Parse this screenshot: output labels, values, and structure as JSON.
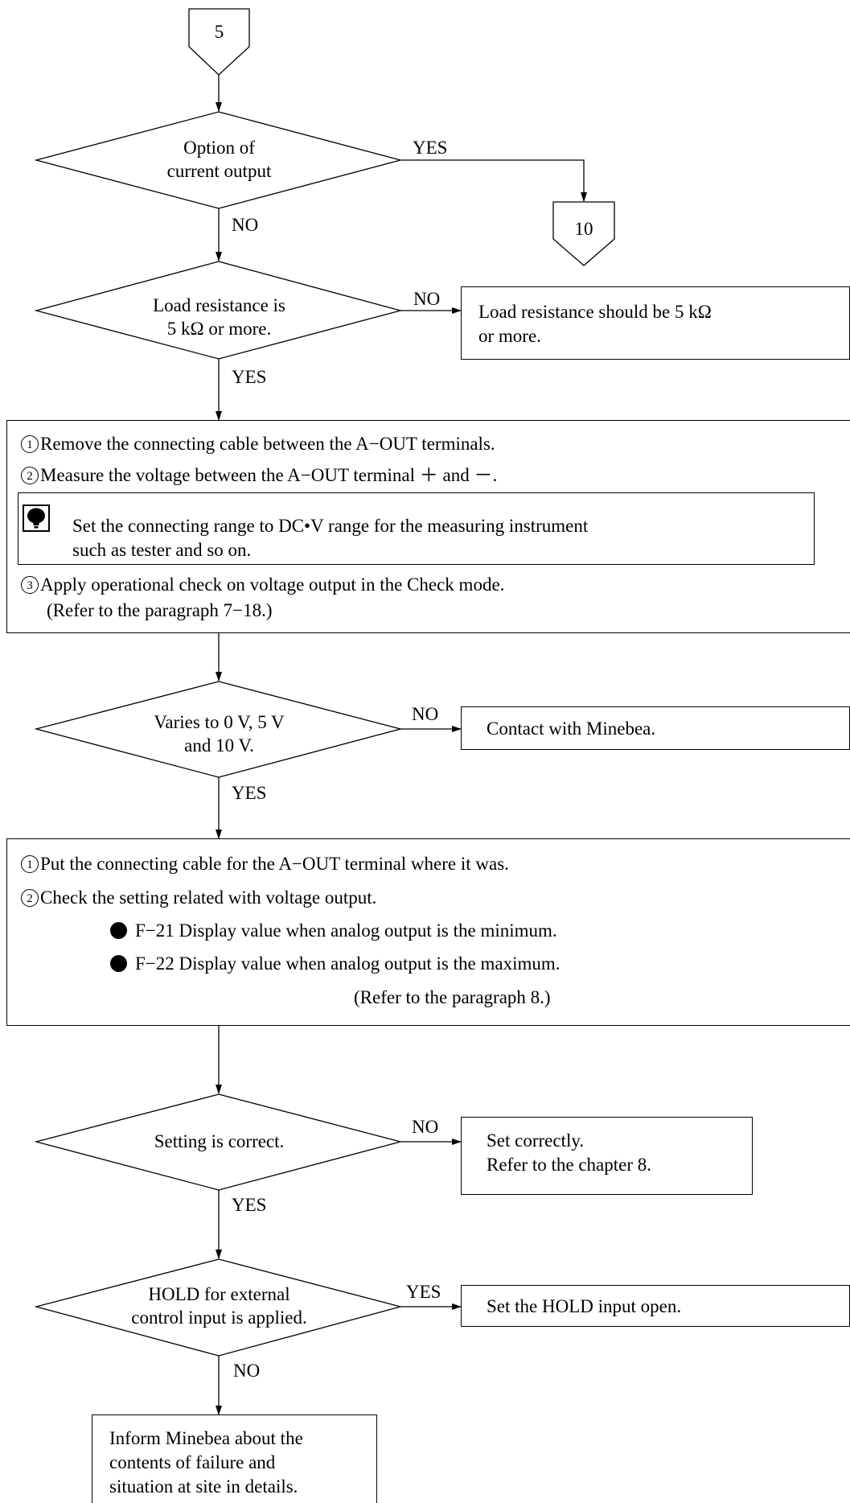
{
  "connectors": {
    "start": "5",
    "goto": "10"
  },
  "decisions": {
    "d1": [
      "Option of",
      "current output"
    ],
    "d2": [
      "Load resistance is",
      "5 kΩ or more."
    ],
    "d3": [
      "Varies to 0 V, 5 V",
      "and 10 V."
    ],
    "d4": "Setting is correct.",
    "d5": [
      "HOLD for external",
      "control input is applied."
    ]
  },
  "branch_labels": {
    "d1_yes": "YES",
    "d1_no": "NO",
    "d2_no": "NO",
    "d2_yes": "YES",
    "d3_no": "NO",
    "d3_yes": "YES",
    "d4_no": "NO",
    "d4_yes": "YES",
    "d5_yes": "YES",
    "d5_no": "NO"
  },
  "outcomes": {
    "load": [
      "Load resistance should be 5 kΩ",
      "or more."
    ],
    "contact": "Contact with Minebea.",
    "set_correctly": [
      "Set correctly.",
      "Refer to the chapter 8."
    ],
    "hold_open": "Set the HOLD input open.",
    "inform": [
      "Inform Minebea about the",
      "contents of failure and",
      "situation at site in details."
    ]
  },
  "process1": {
    "step1_num": "1",
    "step1": "Remove the connecting cable between the A−OUT terminals.",
    "step2_num": "2",
    "step2": "Measure the voltage between the A−OUT terminal ＋ and －.",
    "note": [
      "Set the connecting range to DC•V range for the measuring instrument",
      "such as tester and so on."
    ],
    "step3_num": "3",
    "step3": "Apply operational check on voltage output in the Check mode.",
    "step3_ref": "(Refer to the paragraph 7−18.)"
  },
  "process2": {
    "step1_num": "1",
    "step1": "Put the connecting cable for the A−OUT terminal where it was.",
    "step2_num": "2",
    "step2": "Check the setting related with voltage output.",
    "item1": "F−21 Display value when analog output is the minimum.",
    "item2": "F−22 Display value when analog output is the maximum.",
    "ref": "(Refer to the paragraph 8.)"
  }
}
